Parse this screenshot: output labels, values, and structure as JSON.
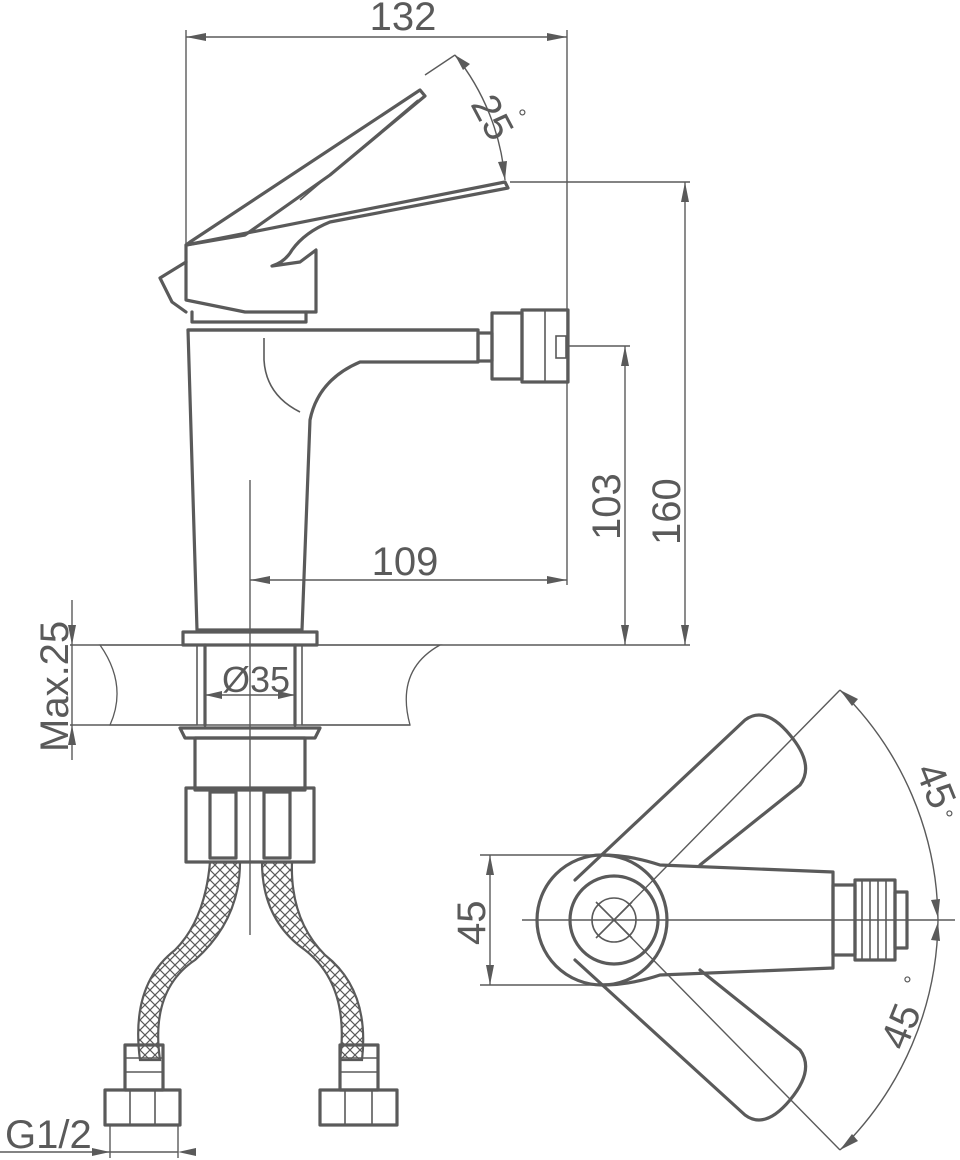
{
  "dimensions": {
    "overall_width": "132",
    "lever_angle": "25",
    "total_height": "160",
    "spout_height": "103",
    "spout_reach": "109",
    "max_counter_thickness": "Max.25",
    "mounting_hole": "Ø35",
    "connection_thread": "G1/2",
    "top_view_width": "45",
    "rotation_angle_upper": "45",
    "rotation_angle_lower": "45"
  },
  "degree_symbol": "°",
  "colors": {
    "line": "#5a5a5a",
    "background": "#ffffff"
  }
}
